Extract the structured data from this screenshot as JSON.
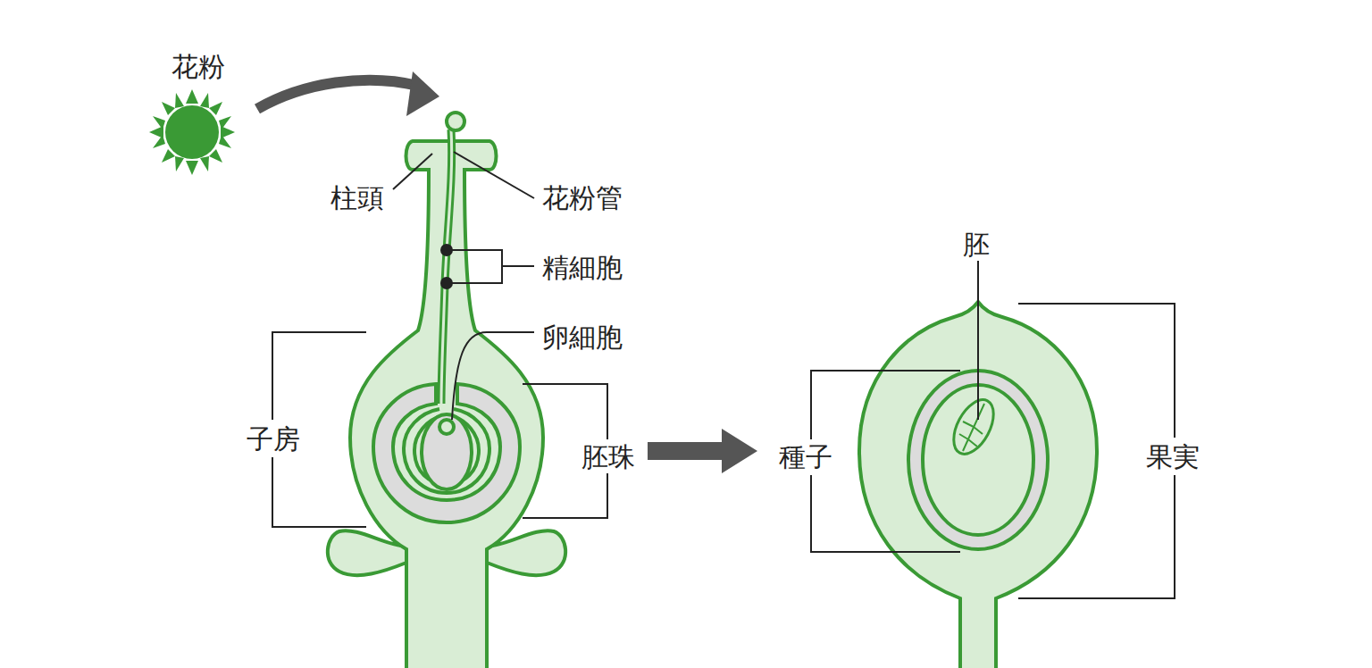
{
  "diagram": {
    "labels": [
      "花粉",
      "柱頭",
      "花粉管",
      "精細胞",
      "卵細胞",
      "子房",
      "胚珠",
      "種子",
      "胚",
      "果実"
    ]
  }
}
